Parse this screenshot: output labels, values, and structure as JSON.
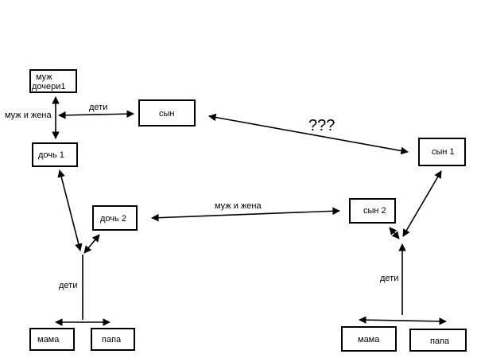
{
  "nodes": {
    "husband_of_daughter": {
      "line1": "муж",
      "line2": "дочери1"
    },
    "son": "сын",
    "son1": "сын 1",
    "daughter1": "дочь 1",
    "daughter2": "дочь 2",
    "son2": "сын 2",
    "mom_left": "мама",
    "dad_left": "папа",
    "mom_right": "мама",
    "dad_right": "папа"
  },
  "edges": {
    "husband_wife_top": "муж и жена",
    "children_top": "дети",
    "question": "???",
    "husband_wife_middle": "муж и жена",
    "children_left": "дети",
    "children_right": "дети"
  },
  "colors": {
    "stroke": "#000000",
    "background": "#ffffff"
  }
}
